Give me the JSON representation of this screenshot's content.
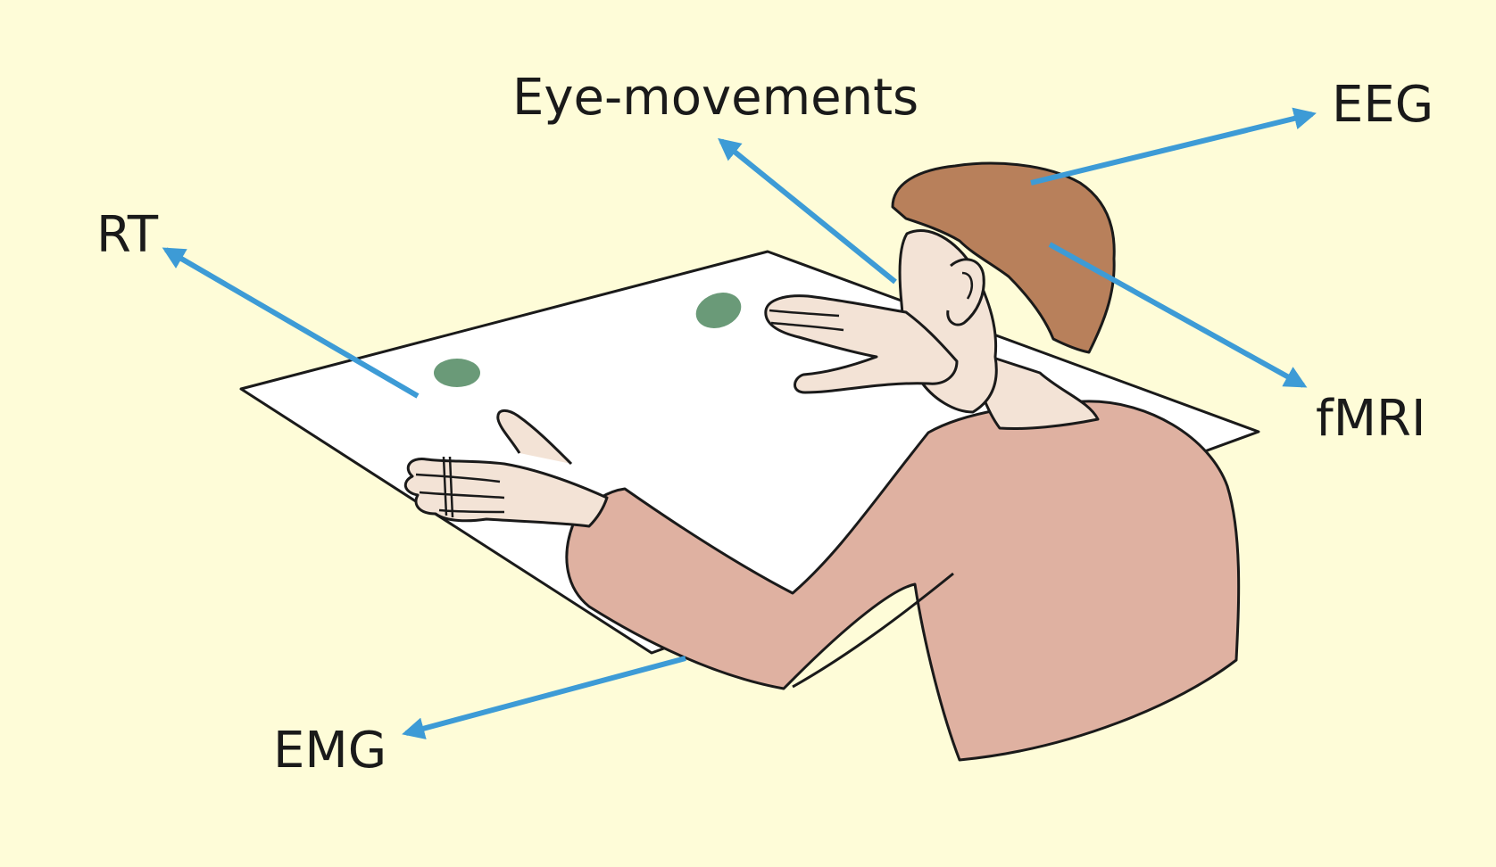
{
  "labels": {
    "eye_movements": "Eye-movements",
    "eeg": "EEG",
    "rt": "RT",
    "fmri": "fMRI",
    "emg": "EMG"
  },
  "colors": {
    "background": "#fefcd8",
    "arrow": "#3d9bd6",
    "paper": "#ffffff",
    "target_spot": "#6a9a78",
    "hair": "#b8805b",
    "skin": "#f3e3d6",
    "shirt": "#dfb1a1",
    "outline": "#1a1a1a"
  }
}
